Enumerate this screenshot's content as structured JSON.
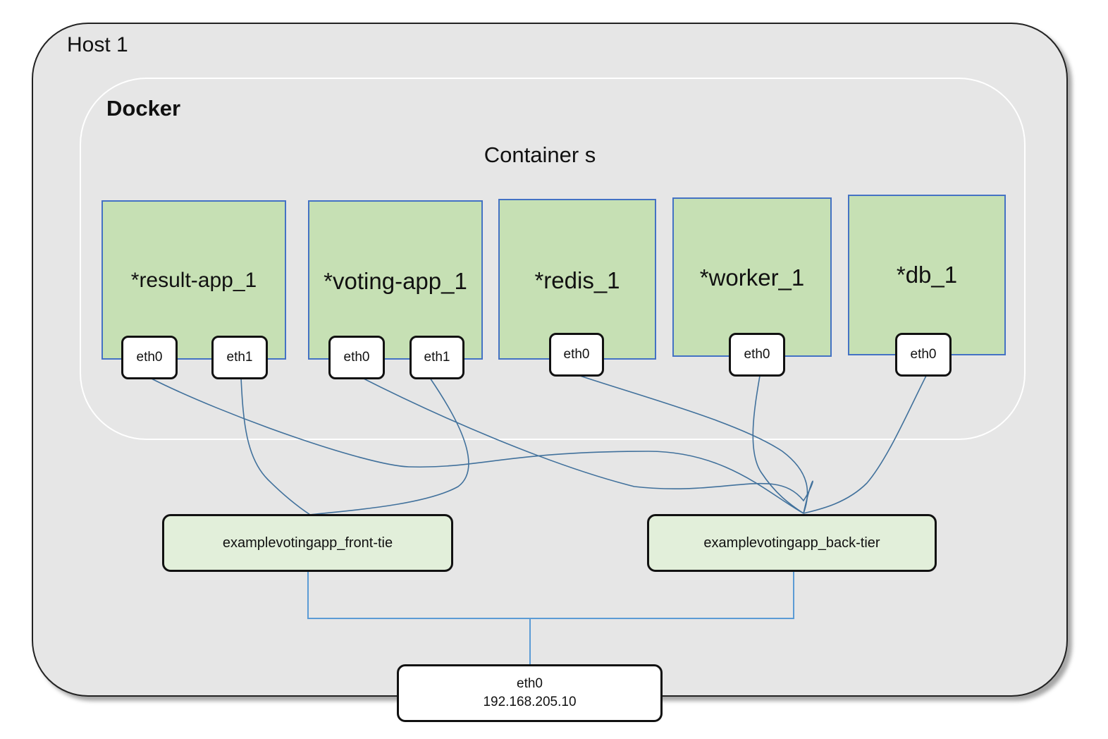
{
  "host": {
    "title": "Host 1"
  },
  "docker": {
    "title": "Docker",
    "containers_heading": "Container s"
  },
  "containers": [
    {
      "name": "*result-app_1",
      "interfaces": [
        "eth0",
        "eth1"
      ]
    },
    {
      "name": "*voting-app_1",
      "interfaces": [
        "eth0",
        "eth1"
      ]
    },
    {
      "name": "*redis_1",
      "interfaces": [
        "eth0"
      ]
    },
    {
      "name": "*worker_1",
      "interfaces": [
        "eth0"
      ]
    },
    {
      "name": "*db_1",
      "interfaces": [
        "eth0"
      ]
    }
  ],
  "networks": {
    "front": "examplevotingapp_front-tie",
    "back": "examplevotingapp_back-tier"
  },
  "host_interface": {
    "name": "eth0",
    "ip": "192.168.205.10"
  },
  "colors": {
    "container_fill": "#c6e0b4",
    "container_border": "#4472c4",
    "network_fill": "#e2efda",
    "link_line": "#41719c",
    "bus_line": "#5b9bd5",
    "host_fill": "#e6e6e6"
  }
}
